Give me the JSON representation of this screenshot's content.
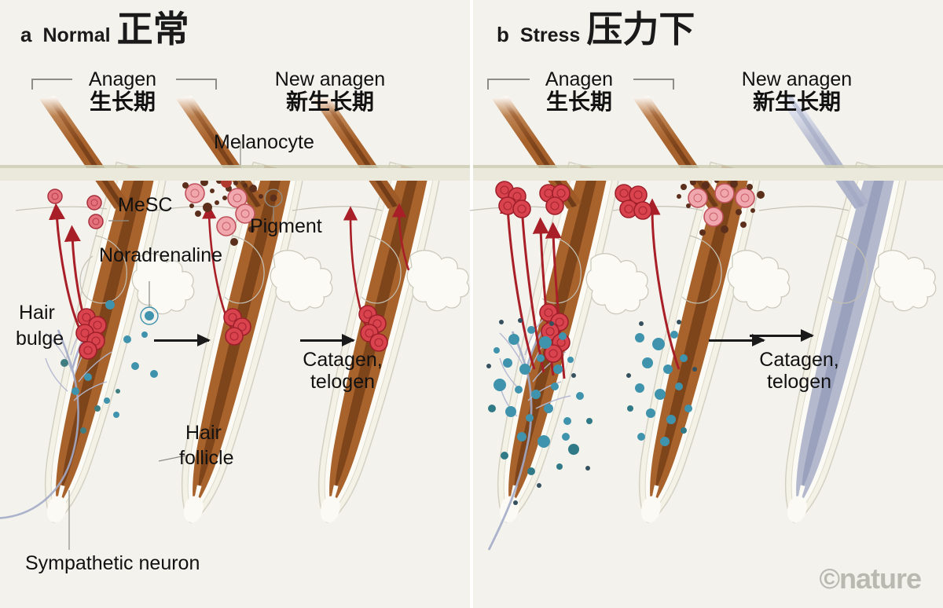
{
  "figure": {
    "watermark": "©nature",
    "background_color": "#f4f2ec",
    "hair_color": "#a8622c",
    "grey_hair_color": "#b4b9ce",
    "mesc_color": "#d9434e",
    "noradrenaline_color": "#3f93ad",
    "neuron_color": "#a3abc8",
    "arrow_red_color": "#a81f28",
    "skin_line_color": "#ccccb4"
  },
  "panels": [
    {
      "id": "a",
      "letter": "a",
      "title_en": "Normal",
      "title_cn": "正常",
      "bracket_label_en": "Anagen",
      "bracket_label_cn": "生长期",
      "new_anagen_en": "New anagen",
      "new_anagen_cn": "新生长期",
      "transition_label_en": "Catagen,",
      "transition_label_en2": "telogen",
      "annotations": [
        {
          "name": "melanocyte",
          "text": "Melanocyte"
        },
        {
          "name": "mesc",
          "text": "MeSC"
        },
        {
          "name": "pigment",
          "text": "Pigment"
        },
        {
          "name": "noradrenaline",
          "text": "Noradrenaline"
        },
        {
          "name": "hair-bulge-1",
          "text": "Hair"
        },
        {
          "name": "hair-bulge-2",
          "text": "bulge"
        },
        {
          "name": "hair-follicle-1",
          "text": "Hair"
        },
        {
          "name": "hair-follicle-2",
          "text": "follicle"
        },
        {
          "name": "sympathetic-neuron",
          "text": "Sympathetic neuron"
        }
      ]
    },
    {
      "id": "b",
      "letter": "b",
      "title_en": "Stress",
      "title_cn": "压力下",
      "bracket_label_en": "Anagen",
      "bracket_label_cn": "生长期",
      "new_anagen_en": "New anagen",
      "new_anagen_cn": "新生长期",
      "transition_label_en": "Catagen,",
      "transition_label_en2": "telogen"
    }
  ],
  "chart_data": {
    "type": "diagram",
    "title": "Stress-induced hair greying via MeSC depletion",
    "panels": [
      "Normal 正常",
      "Stress 压力下"
    ],
    "stages": [
      "Anagen 生长期",
      "Catagen, telogen",
      "New anagen 新生长期"
    ],
    "elements": [
      "Melanocyte",
      "MeSC",
      "Pigment",
      "Noradrenaline",
      "Hair bulge",
      "Hair follicle",
      "Sympathetic neuron"
    ]
  }
}
